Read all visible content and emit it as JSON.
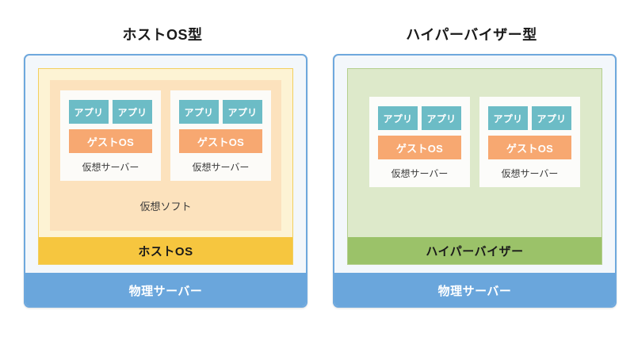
{
  "diagram": {
    "title_hosted": "ホストOS型",
    "title_hypervisor": "ハイパーバイザー型",
    "labels": {
      "app": "アプリ",
      "guest_os": "ゲストOS",
      "virtual_server": "仮想サーバー",
      "virtualization_software": "仮想ソフト",
      "host_os": "ホストOS",
      "hypervisor": "ハイパーバイザー",
      "physical_server": "物理サーバー"
    },
    "colors": {
      "app_box": "#6CBCC6",
      "guest_os_box": "#F7A871",
      "host_os_bar": "#F6C63F",
      "hypervisor_bar": "#9BC269",
      "physical_server_bar": "#6AA6DC",
      "server_frame_border": "#6EA8DD",
      "server_frame_fill": "#F3F7FB",
      "host_container_fill": "#FDF3D4",
      "host_container_border": "#F2CF5E",
      "host_inner_fill": "#FCE2BD",
      "hypervisor_container_fill": "#DDE9CA",
      "hypervisor_container_border": "#B4CF8E",
      "vm_card_fill": "#FCFBF8"
    },
    "panels": [
      {
        "key": "hosted",
        "title": "ホストOS型",
        "base_layer": "ホストOS",
        "mid_layer": "仮想ソフト",
        "bottom_layer": "物理サーバー",
        "vms": [
          {
            "apps": [
              "アプリ",
              "アプリ"
            ],
            "guest_os": "ゲストOS",
            "label": "仮想サーバー"
          },
          {
            "apps": [
              "アプリ",
              "アプリ"
            ],
            "guest_os": "ゲストOS",
            "label": "仮想サーバー"
          }
        ]
      },
      {
        "key": "hypervisor",
        "title": "ハイパーバイザー型",
        "base_layer": "ハイパーバイザー",
        "mid_layer": "",
        "bottom_layer": "物理サーバー",
        "vms": [
          {
            "apps": [
              "アプリ",
              "アプリ"
            ],
            "guest_os": "ゲストOS",
            "label": "仮想サーバー"
          },
          {
            "apps": [
              "アプリ",
              "アプリ"
            ],
            "guest_os": "ゲストOS",
            "label": "仮想サーバー"
          }
        ]
      }
    ]
  }
}
